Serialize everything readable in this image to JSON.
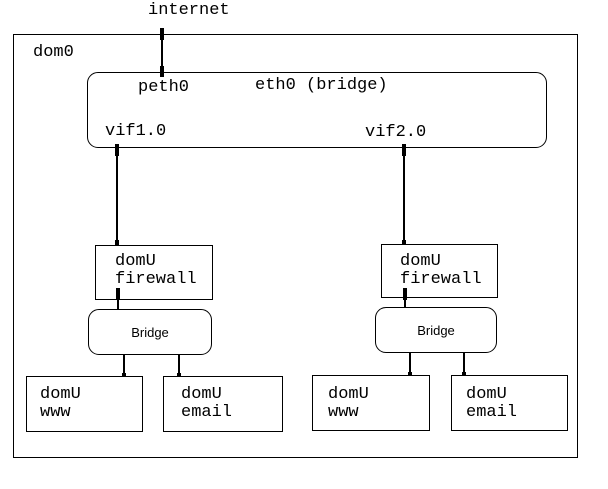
{
  "colors": {
    "ink": "#000000",
    "background": "#ffffff"
  },
  "labels": {
    "internet": "internet",
    "dom0": "dom0",
    "peth0": "peth0",
    "eth0_bridge": "eth0 (bridge)",
    "vif1": "vif1.0",
    "vif2": "vif2.0"
  },
  "left_chain": {
    "firewall": "domU\nfirewall",
    "bridge": "Bridge",
    "www": "domU\nwww",
    "email": "domU\nemail"
  },
  "right_chain": {
    "firewall": "domU\nfirewall",
    "bridge": "Bridge",
    "www": "domU\nwww",
    "email": "domU\nemail"
  }
}
